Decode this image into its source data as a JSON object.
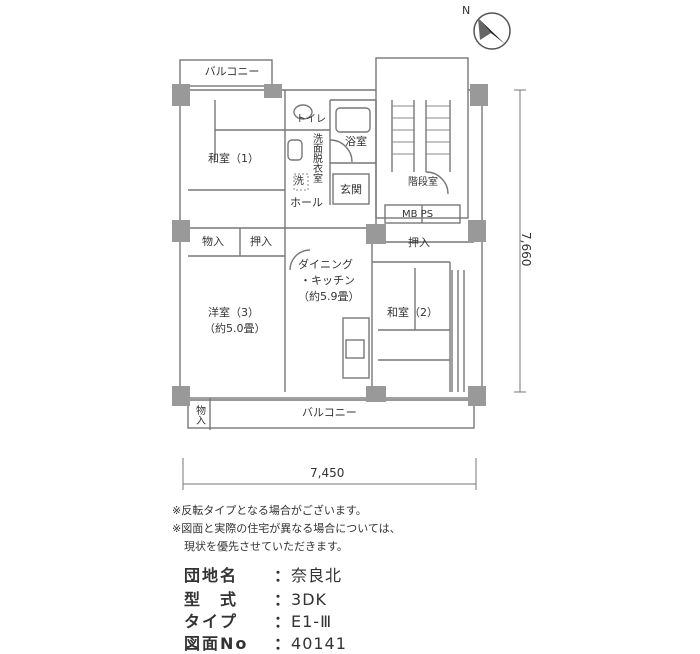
{
  "rooms": {
    "balcony_top": "バルコニー",
    "washitsu1": "和室（1）",
    "toilet": "トイレ",
    "bath": "浴室",
    "dressing": "洗面脱衣室",
    "washer": "洗",
    "hall": "ホール",
    "entrance": "玄関",
    "stairwell": "階段室",
    "mb_ps": "MB PS",
    "storage1": "物入",
    "oshiire1": "押入",
    "oshiire2": "押入",
    "dk_name": "ダイニング",
    "dk_name2": "・キッチン",
    "dk_size": "（約5.9畳）",
    "youshitsu_name": "洋室（3）",
    "youshitsu_size": "（約5.0畳）",
    "washitsu2": "和室（2）",
    "balcony_bottom": "バルコニー",
    "storage2": "物入"
  },
  "dimensions": {
    "height": "7,660",
    "width": "7,450"
  },
  "compass": {
    "label": "N"
  },
  "notes": [
    "※反転タイプとなる場合がございます。",
    "※図面と実際の住宅が異なる場合については、",
    "現状を優先させていただきます。"
  ],
  "info": {
    "danchi_label": "団地名",
    "danchi_value": "奈良北",
    "kata_label": "型　式",
    "kata_value": "3DK",
    "type_label": "タイプ",
    "type_value": "E1-Ⅲ",
    "zumen_label": "図面No",
    "zumen_value": "40141",
    "separator": "："
  }
}
